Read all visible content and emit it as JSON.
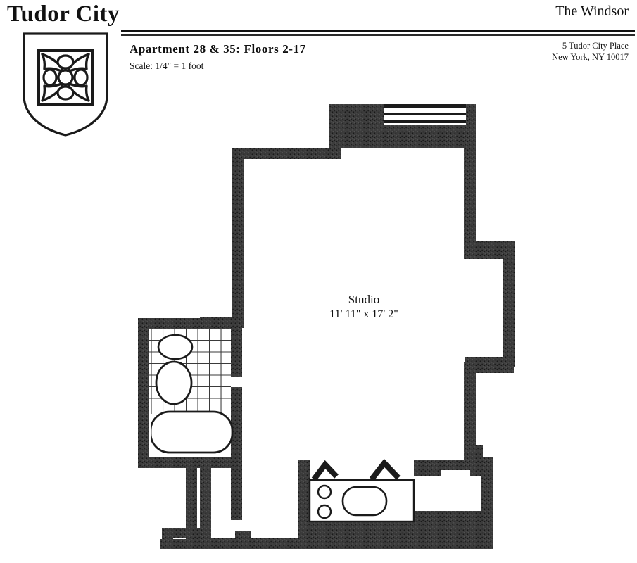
{
  "header": {
    "wordmark": "Tudor City",
    "crest_icon": "tudor-rose-shield-icon",
    "plan_title": "Apartment 28 & 35:  Floors 2-17",
    "plan_scale": "Scale: 1/4\" = 1 foot",
    "building_name": "The Windsor",
    "address_line1": "5 Tudor City Place",
    "address_line2": "New York, NY  10017"
  },
  "floorplan": {
    "rooms": [
      {
        "name": "Studio",
        "dimensions": "11' 11\" x 17' 2\""
      }
    ],
    "fixtures": [
      {
        "name": "bathroom-sink",
        "shape": "oval"
      },
      {
        "name": "bathroom-toilet",
        "shape": "oval"
      },
      {
        "name": "bathtub",
        "shape": "rounded-rect"
      },
      {
        "name": "kitchen-burner-upper",
        "shape": "circle"
      },
      {
        "name": "kitchen-burner-lower",
        "shape": "circle"
      },
      {
        "name": "kitchen-sink",
        "shape": "rounded-rect"
      }
    ],
    "features": [
      {
        "name": "window-wall",
        "location": "top-right"
      },
      {
        "name": "tiled-bathroom-floor",
        "location": "left"
      },
      {
        "name": "kitchen-door-swing-left",
        "location": "bottom-center"
      },
      {
        "name": "kitchen-door-swing-right",
        "location": "bottom-center"
      },
      {
        "name": "entry-closet",
        "location": "bottom-left"
      }
    ],
    "colors": {
      "wall_fill": "#3a3a3a",
      "ink": "#111111",
      "paper": "#ffffff"
    }
  }
}
